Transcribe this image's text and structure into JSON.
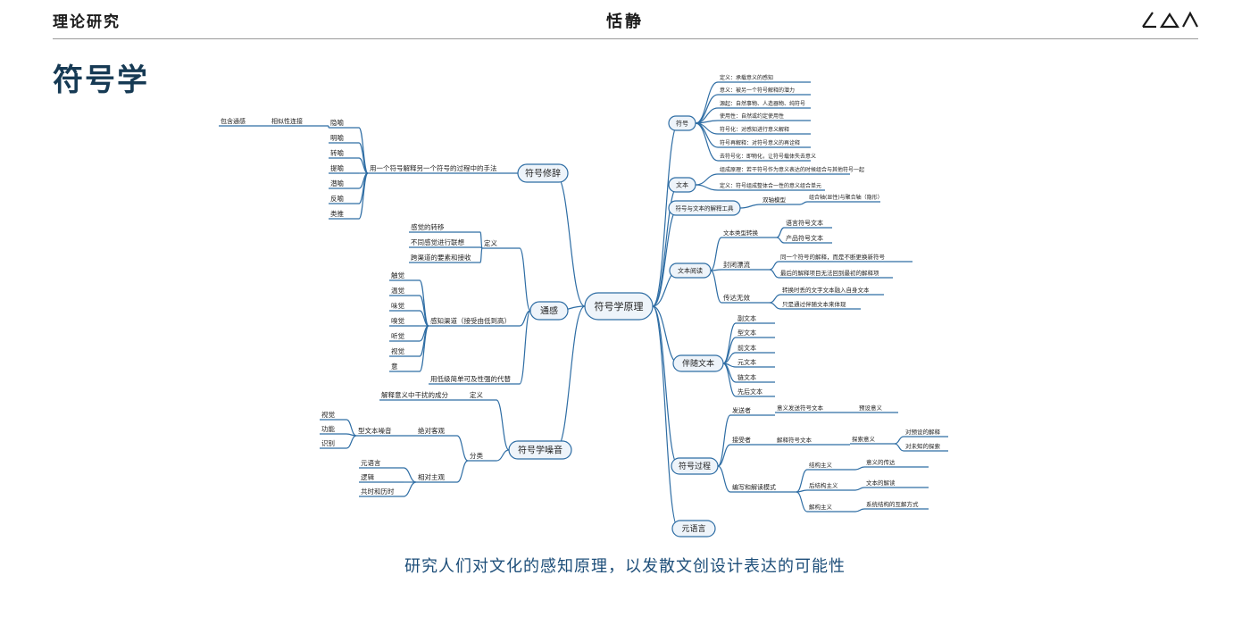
{
  "header": {
    "section": "理论研究",
    "author": "恬静"
  },
  "page": {
    "title": "符号学",
    "caption": "研究人们对文化的感知原理，以发散文创设计表达的可能性"
  },
  "colors": {
    "line": "#2e6da4",
    "node_fill": "#eef4fa",
    "title": "#163a54",
    "caption": "#1d4e79"
  },
  "icons": {
    "logo": "triangle-logo-icon"
  },
  "mindmap": {
    "root": "符号学原理",
    "left": {
      "rhetoric": {
        "label": "符号修辞",
        "definition": "用一个符号解释另一个符号的过程中的手法",
        "items": [
          "隐喻",
          "明喻",
          "转喻",
          "提喻",
          "潜喻",
          "反喻",
          "类推"
        ],
        "metaphor_chain": [
          "相似性连接",
          "包含通感"
        ]
      },
      "synesthesia": {
        "label": "通感",
        "def_label": "定义",
        "defs": [
          "感觉的转移",
          "不同感觉进行联想",
          "跨渠道的要素和接收"
        ],
        "channels_label": "感知渠道（接受由低到高）",
        "channels": [
          "触觉",
          "温觉",
          "味觉",
          "嗅觉",
          "听觉",
          "视觉",
          "意"
        ],
        "footnote": "用低级简单可及性强的代替"
      },
      "noise": {
        "label": "符号学噪音",
        "def_label": "定义",
        "definition": "解释意义中干扰的成分",
        "class_label": "分类",
        "absolute_label": "绝对客观",
        "absolute_sub": "型文本噪音",
        "absolute_items": [
          "视觉",
          "功能",
          "识别"
        ],
        "relative_label": "相对主观",
        "relative_items": [
          "元语言",
          "逻辑",
          "共时和历时"
        ]
      }
    },
    "right": {
      "sign": {
        "label": "符号",
        "items": [
          "定义：承载意义的感知",
          "意义：被另一个符号解释的潜力",
          "源起：自然事物、人造器物、纯符号",
          "使用性：自然或约定使用性",
          "符号化：对感知进行意义解释",
          "符号再解释：对符号意义的再诠释",
          "去符号化：即物化，让符号载体失去意义"
        ]
      },
      "text": {
        "label": "文本",
        "items": [
          "组成原理：若干符号作为意义表达的时候组合与其他符号一起",
          "定义：符号组成整体合一性的意义组合单元"
        ]
      },
      "tool": {
        "label": "符号与文本的解释工具",
        "model": "双轴模型",
        "desc": "组合轴(显性)与聚合轴（隐形）"
      },
      "reading": {
        "label": "文本阅读",
        "type_label": "文本类型转换",
        "types": [
          "语言符号文本",
          "产品符号文本"
        ],
        "drift_label": "封闭漂流",
        "drift_items": [
          "同一个符号的解释，而是不断更换新符号",
          "最后的解释项目无法回到最初的解释项"
        ],
        "invalid_label": "传达无效",
        "invalid_items": [
          "转换时丢的文字文本融入自身文本",
          "只是通过伴随文本来体现"
        ]
      },
      "companion": {
        "label": "伴随文本",
        "items": [
          "副文本",
          "型文本",
          "前文本",
          "元文本",
          "链文本",
          "先后文本"
        ]
      },
      "process": {
        "label": "符号过程",
        "sender_label": "发送者",
        "sender_step": "意义发送符号文本",
        "sender_result": "预设意义",
        "receiver_label": "接受者",
        "receiver_step": "解释符号文本",
        "receiver_result": "探索意义",
        "receiver_outcomes": [
          "对预设的解释",
          "对未知的探索"
        ],
        "mode_label": "编写和解读模式",
        "modes": [
          {
            "name": "结构主义",
            "desc": "意义的传达"
          },
          {
            "name": "后结构主义",
            "desc": "文本的解读"
          },
          {
            "name": "解构主义",
            "desc": "系统结构的互解方式"
          }
        ]
      },
      "metalanguage": {
        "label": "元语言"
      }
    }
  }
}
